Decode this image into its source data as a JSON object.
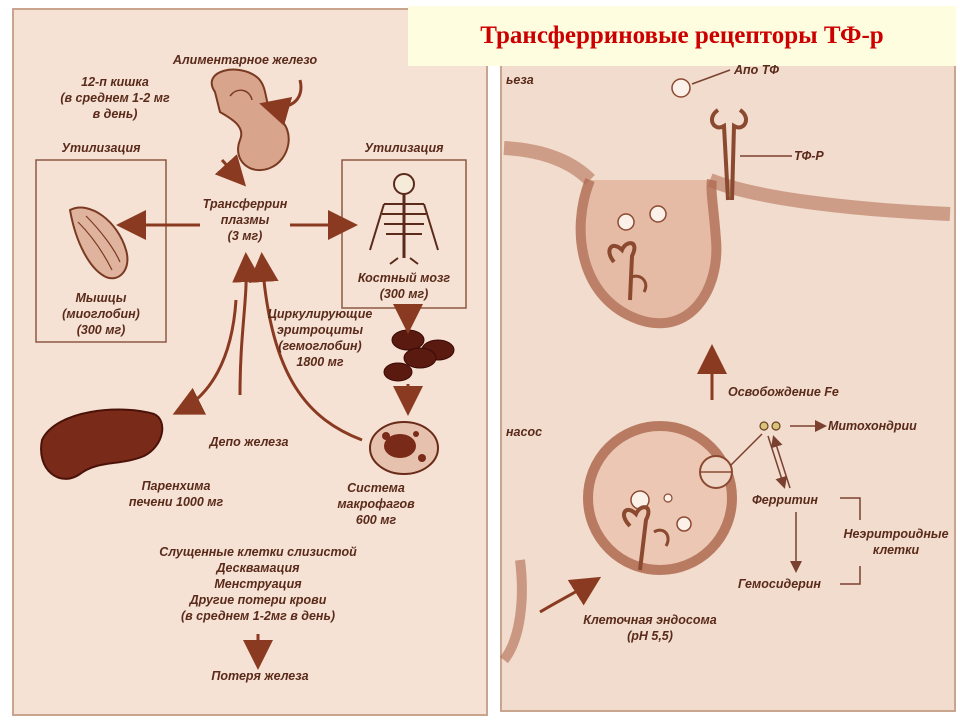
{
  "title": "Трансферриновые рецепторы ТФ-р",
  "colors": {
    "title_text": "#cc0000",
    "title_bg": "#fffde0",
    "panel_bg": "#f5e2d4",
    "ink": "#5a2a1a",
    "arrow": "#8b3a22"
  },
  "left": {
    "alimentary_iron": "Алиментарное железо",
    "duodenum": [
      "12-п кишка",
      "(в среднем 1-2 мг",
      "в день)"
    ],
    "utilization_left": "Утилизация",
    "utilization_right": "Утилизация",
    "plasma_transferrin": [
      "Трансферрин",
      "плазмы",
      "(3 мг)"
    ],
    "muscles": [
      "Мышцы",
      "(миоглобин)",
      "(300 мг)"
    ],
    "bone_marrow": [
      "Костный мозг",
      "(300 мг)"
    ],
    "erythrocytes": [
      "Циркулирующие",
      "эритроциты",
      "(гемоглобин)",
      "1800 мг"
    ],
    "iron_depot": "Депо железа",
    "liver": [
      "Паренхима",
      "печени 1000 мг"
    ],
    "macrophages": [
      "Система",
      "макрофагов",
      "600 мг"
    ],
    "losses": [
      "Слущенные клетки слизистой",
      "Десквамация",
      "Менструация",
      "Другие потери крови",
      "(в среднем 1-2мг в день)"
    ],
    "iron_loss": "Потеря железа"
  },
  "right": {
    "fragment_top": "ьеза",
    "apo_tf": "Апо ТФ",
    "tf_r": "ТФ-Р",
    "pump": "насос",
    "fe_release": "Освобождение Fe",
    "mitochondria": "Митохондрии",
    "ferritin": "Ферритин",
    "non_erythroid": [
      "Неэритроидные",
      "клетки"
    ],
    "hemosiderin": "Гемосидерин",
    "endosome": [
      "Клеточная эндосома",
      "(pH 5,5)"
    ]
  }
}
